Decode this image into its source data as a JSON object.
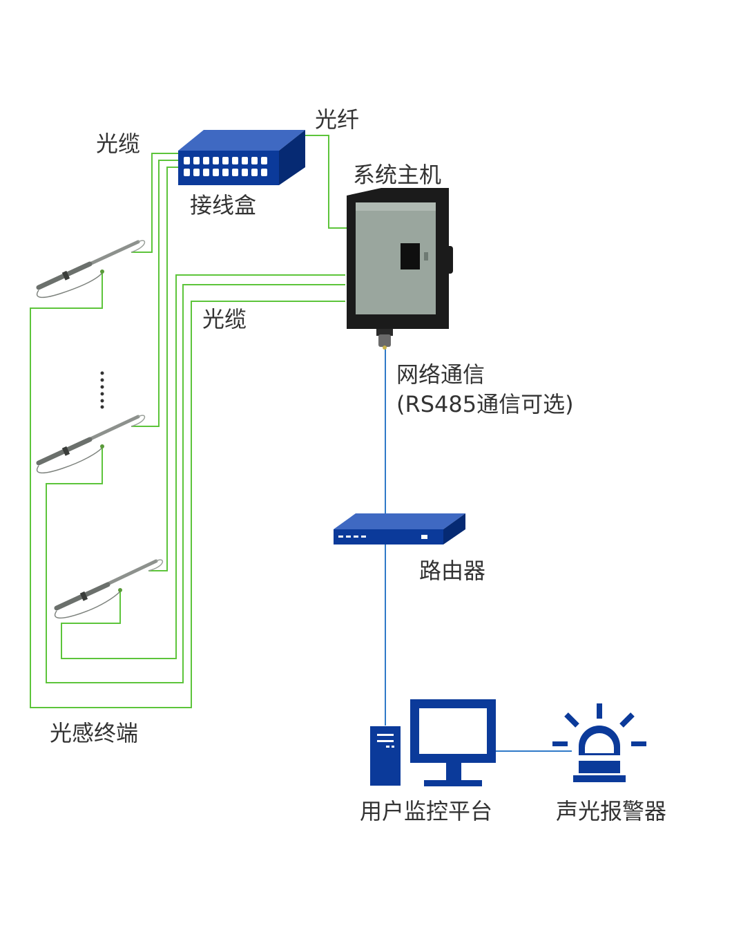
{
  "labels": {
    "fiber_cable_top": "光缆",
    "optical_fiber": "光纤",
    "junction_box": "接线盒",
    "system_host": "系统主机",
    "fiber_cable_mid": "光缆",
    "network_comm": "网络通信",
    "rs485_option": "(RS485通信可选)",
    "router": "路由器",
    "sensor_terminal": "光感终端",
    "monitor_platform": "用户监控平台",
    "alarm": "声光报警器"
  },
  "colors": {
    "fiber_line": "#5cc43a",
    "network_line": "#2e79c7",
    "device_blue": "#0b3a9a",
    "device_blue_top": "#3f69c2",
    "host_panel": "#9aa69e",
    "host_frame": "#1b1b1b",
    "text": "#333333"
  },
  "icons": [
    "junction-box-icon",
    "system-host-icon",
    "router-icon",
    "server-tower-icon",
    "monitor-icon",
    "alarm-light-icon",
    "fiber-sensor-probe-icon"
  ]
}
